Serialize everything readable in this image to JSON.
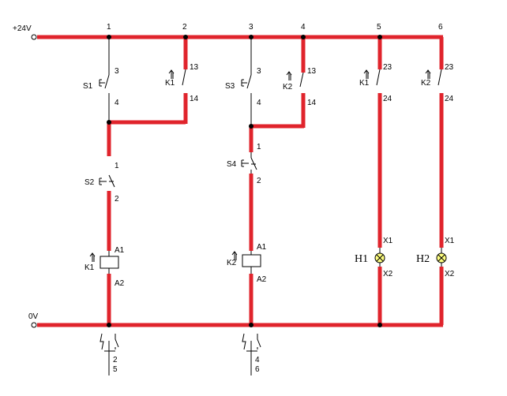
{
  "supply": {
    "positive_label": "+24V",
    "zero_label": "0V"
  },
  "columns": [
    "1",
    "2",
    "3",
    "4",
    "5",
    "6"
  ],
  "contacts": {
    "s1": {
      "name": "S1",
      "top": "3",
      "bottom": "4"
    },
    "k1_13": {
      "name": "K1",
      "top": "13",
      "bottom": "14"
    },
    "s2": {
      "name": "S2",
      "top": "1",
      "bottom": "2"
    },
    "s3": {
      "name": "S3",
      "top": "3",
      "bottom": "4"
    },
    "k2_13": {
      "name": "K2",
      "top": "13",
      "bottom": "14"
    },
    "s4": {
      "name": "S4",
      "top": "1",
      "bottom": "2"
    },
    "k1_23": {
      "name": "K1",
      "top": "23",
      "bottom": "24"
    },
    "k2_23": {
      "name": "K2",
      "top": "23",
      "bottom": "24"
    }
  },
  "coils": {
    "k1": {
      "name": "K1",
      "top": "A1",
      "bottom": "A2"
    },
    "k2": {
      "name": "K2",
      "top": "A1",
      "bottom": "A2"
    }
  },
  "lamps": {
    "h1": {
      "name": "H1",
      "top": "X1",
      "bottom": "X2"
    },
    "h2": {
      "name": "H2",
      "top": "X1",
      "bottom": "X2"
    }
  },
  "cross_refs": {
    "k1": {
      "first": "2",
      "second": "5"
    },
    "k2": {
      "first": "4",
      "second": "6"
    }
  },
  "colors": {
    "wire": "#e0242c",
    "symbol": "#000000",
    "lamp": "#ffff80"
  }
}
